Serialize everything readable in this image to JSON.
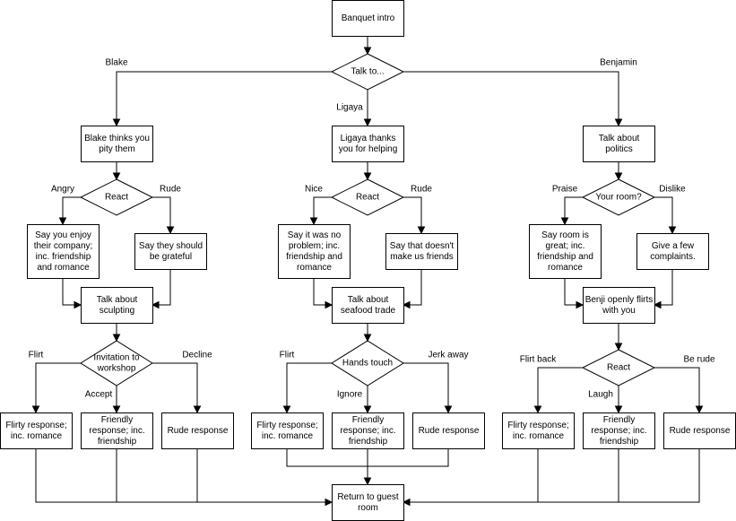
{
  "nodes": {
    "intro": [
      "Banquet intro"
    ],
    "talk_to": [
      "Talk to..."
    ],
    "blake_pity": [
      "Blake thinks you",
      "pity them"
    ],
    "ligaya_thanks": [
      "Ligaya thanks",
      "you for helping"
    ],
    "talk_politics": [
      "Talk about",
      "politics"
    ],
    "react_blake": [
      "React"
    ],
    "react_ligaya": [
      "React"
    ],
    "your_room": [
      "Your room?"
    ],
    "say_enjoy": [
      "Say you enjoy",
      "their company;",
      "inc. friendship",
      "and romance"
    ],
    "say_grateful": [
      "Say they should",
      "be grateful"
    ],
    "say_no_problem": [
      "Say it was no",
      "problem; inc.",
      "friendship and",
      "romance"
    ],
    "say_not_friends": [
      "Say that doesn't",
      "make us friends"
    ],
    "say_room_great": [
      "Say room is",
      "great; inc.",
      "friendship and",
      "romance"
    ],
    "complaints": [
      "Give a few",
      "complaints."
    ],
    "talk_sculpting": [
      "Talk about",
      "sculpting"
    ],
    "talk_seafood": [
      "Talk about",
      "seafood trade"
    ],
    "benji_flirts": [
      "Benji openly flirts",
      "with you"
    ],
    "invitation": [
      "Invitation to",
      "workshop"
    ],
    "hands_touch": [
      "Hands touch"
    ],
    "react_benji": [
      "React"
    ],
    "flirty_1": [
      "Flirty response;",
      "inc. romance"
    ],
    "friendly_1": [
      "Friendly",
      "response; inc.",
      "friendship"
    ],
    "rude_1": [
      "Rude response"
    ],
    "flirty_2": [
      "Flirty response;",
      "inc. romance"
    ],
    "friendly_2": [
      "Friendly",
      "response; inc.",
      "friendship"
    ],
    "rude_2": [
      "Rude response"
    ],
    "flirty_3": [
      "Flirty response;",
      "inc. romance"
    ],
    "friendly_3": [
      "Friendly",
      "response; inc.",
      "friendship"
    ],
    "rude_3": [
      "Rude response"
    ],
    "return": [
      "Return to guest",
      "room"
    ]
  },
  "edge_labels": {
    "blake": "Blake",
    "ligaya": "Ligaya",
    "benjamin": "Benjamin",
    "angry": "Angry",
    "rude_blake": "Rude",
    "nice": "Nice",
    "rude_ligaya": "Rude",
    "praise": "Praise",
    "dislike": "Dislike",
    "flirt_1": "Flirt",
    "accept": "Accept",
    "decline": "Decline",
    "flirt_2": "Flirt",
    "ignore": "Ignore",
    "jerk_away": "Jerk away",
    "flirt_back": "Flirt back",
    "laugh": "Laugh",
    "be_rude": "Be rude"
  }
}
